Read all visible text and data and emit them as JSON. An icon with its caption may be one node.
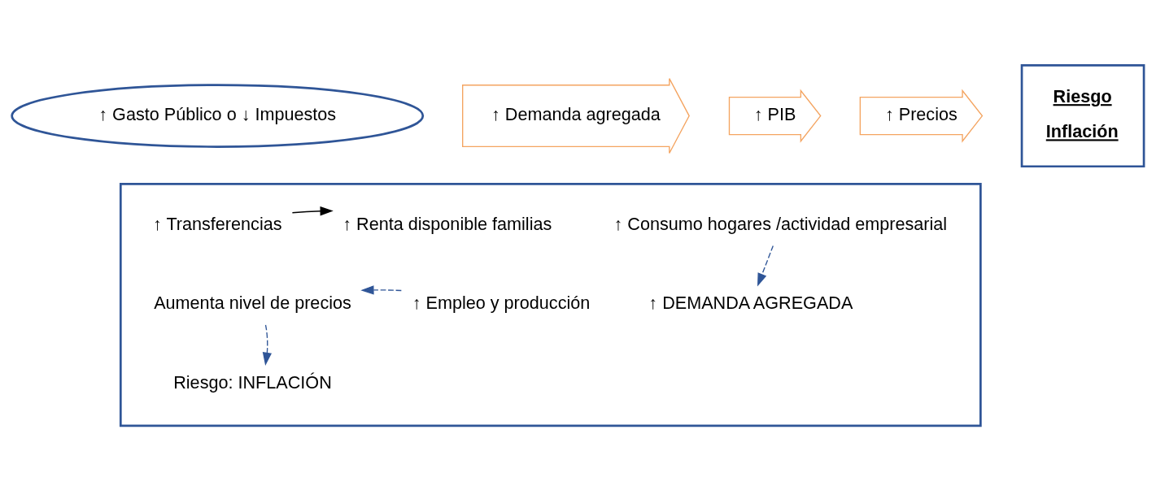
{
  "diagram": {
    "nodes": [
      {
        "text": [
          "↑ Gasto Público o ↓ Impuestos"
        ]
      },
      {
        "text": [
          "↑ Demanda agregada"
        ]
      },
      {
        "text": [
          "↑ PIB"
        ]
      },
      {
        "text": [
          "↑ Precios"
        ]
      },
      {
        "text": [
          "Riesgo",
          "Inflación"
        ]
      },
      {
        "text": [],
        "shape": "box"
      },
      {
        "text": [
          "↑ Transferencias"
        ],
        "in": 5
      },
      {
        "text": [
          "↑ Renta disponible familias"
        ],
        "in": 5
      },
      {
        "text": [
          "↑ Consumo hogares /actividad empresarial"
        ],
        "in": 5
      },
      {
        "text": [
          "↑ DEMANDA AGREGADA"
        ],
        "in": 5
      },
      {
        "text": [
          "↑ Empleo y producción"
        ],
        "in": 5
      },
      {
        "text": [
          "Aumenta nivel de precios"
        ],
        "in": 5
      },
      {
        "text": [
          "Riesgo: INFLACIÓN"
        ],
        "in": 5
      }
    ],
    "edges": [
      {
        "from": 6,
        "to": 7,
        "arrow": "to",
        "color": "#000000"
      },
      {
        "from": 8,
        "to": 9,
        "arrow": "to",
        "style": "dashed"
      },
      {
        "from": 10,
        "to": 11,
        "arrow": "to",
        "style": "dashed"
      },
      {
        "from": 11,
        "to": 12,
        "arrow": "to",
        "style": "dashed"
      }
    ]
  }
}
